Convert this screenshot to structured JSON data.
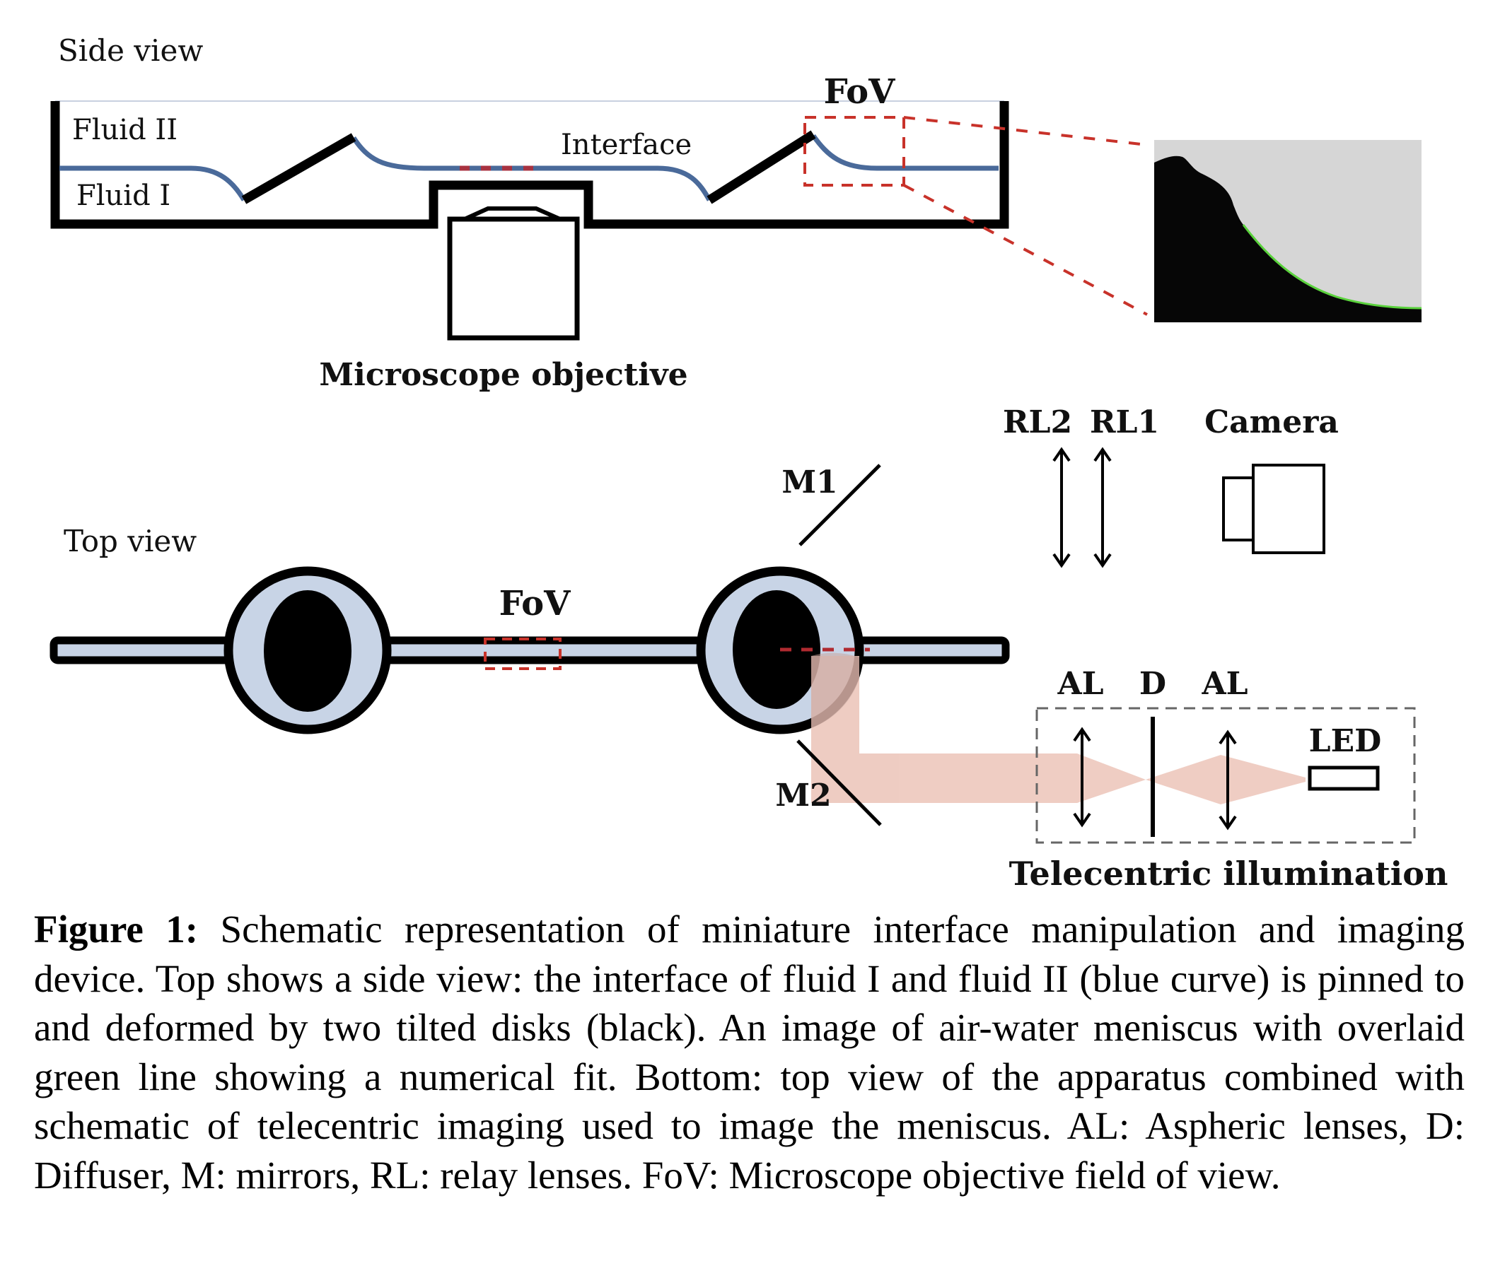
{
  "figure": {
    "side_view": {
      "title": "Side view",
      "labels": {
        "fluid_2": "Fluid II",
        "fluid_1": "Fluid I",
        "interface": "Interface",
        "fov": "FoV",
        "objective": "Microscope objective"
      }
    },
    "top_view": {
      "title": "Top view",
      "labels": {
        "fov": "FoV",
        "m1": "M1",
        "m2": "M2",
        "rl2": "RL2",
        "rl1": "RL1",
        "camera": "Camera",
        "al_left": "AL",
        "diffuser": "D",
        "al_right": "AL",
        "led": "LED",
        "telecentric": "Telecentric illumination"
      }
    },
    "colors": {
      "interface_blue": "#4a6a9a",
      "fov_red": "#c8322a",
      "channel_fill": "#c8d4e6",
      "beam": "#ecc4b8",
      "inset_bg": "#d6d6d6",
      "fit_green": "#5ad23c"
    }
  },
  "caption": {
    "label": "Figure 1:",
    "text": "Schematic representation of miniature interface manipulation and imaging device. Top shows a side view: the interface of fluid I and fluid II (blue curve) is pinned to and deformed by two tilted disks (black). An image of air-water meniscus with overlaid green line showing a numerical fit. Bottom: top view of the apparatus combined with schematic of telecentric imaging used to image the meniscus. AL: Aspheric lenses, D: Diffuser, M: mirrors, RL: relay lenses. FoV: Microscope objective field of view."
  }
}
